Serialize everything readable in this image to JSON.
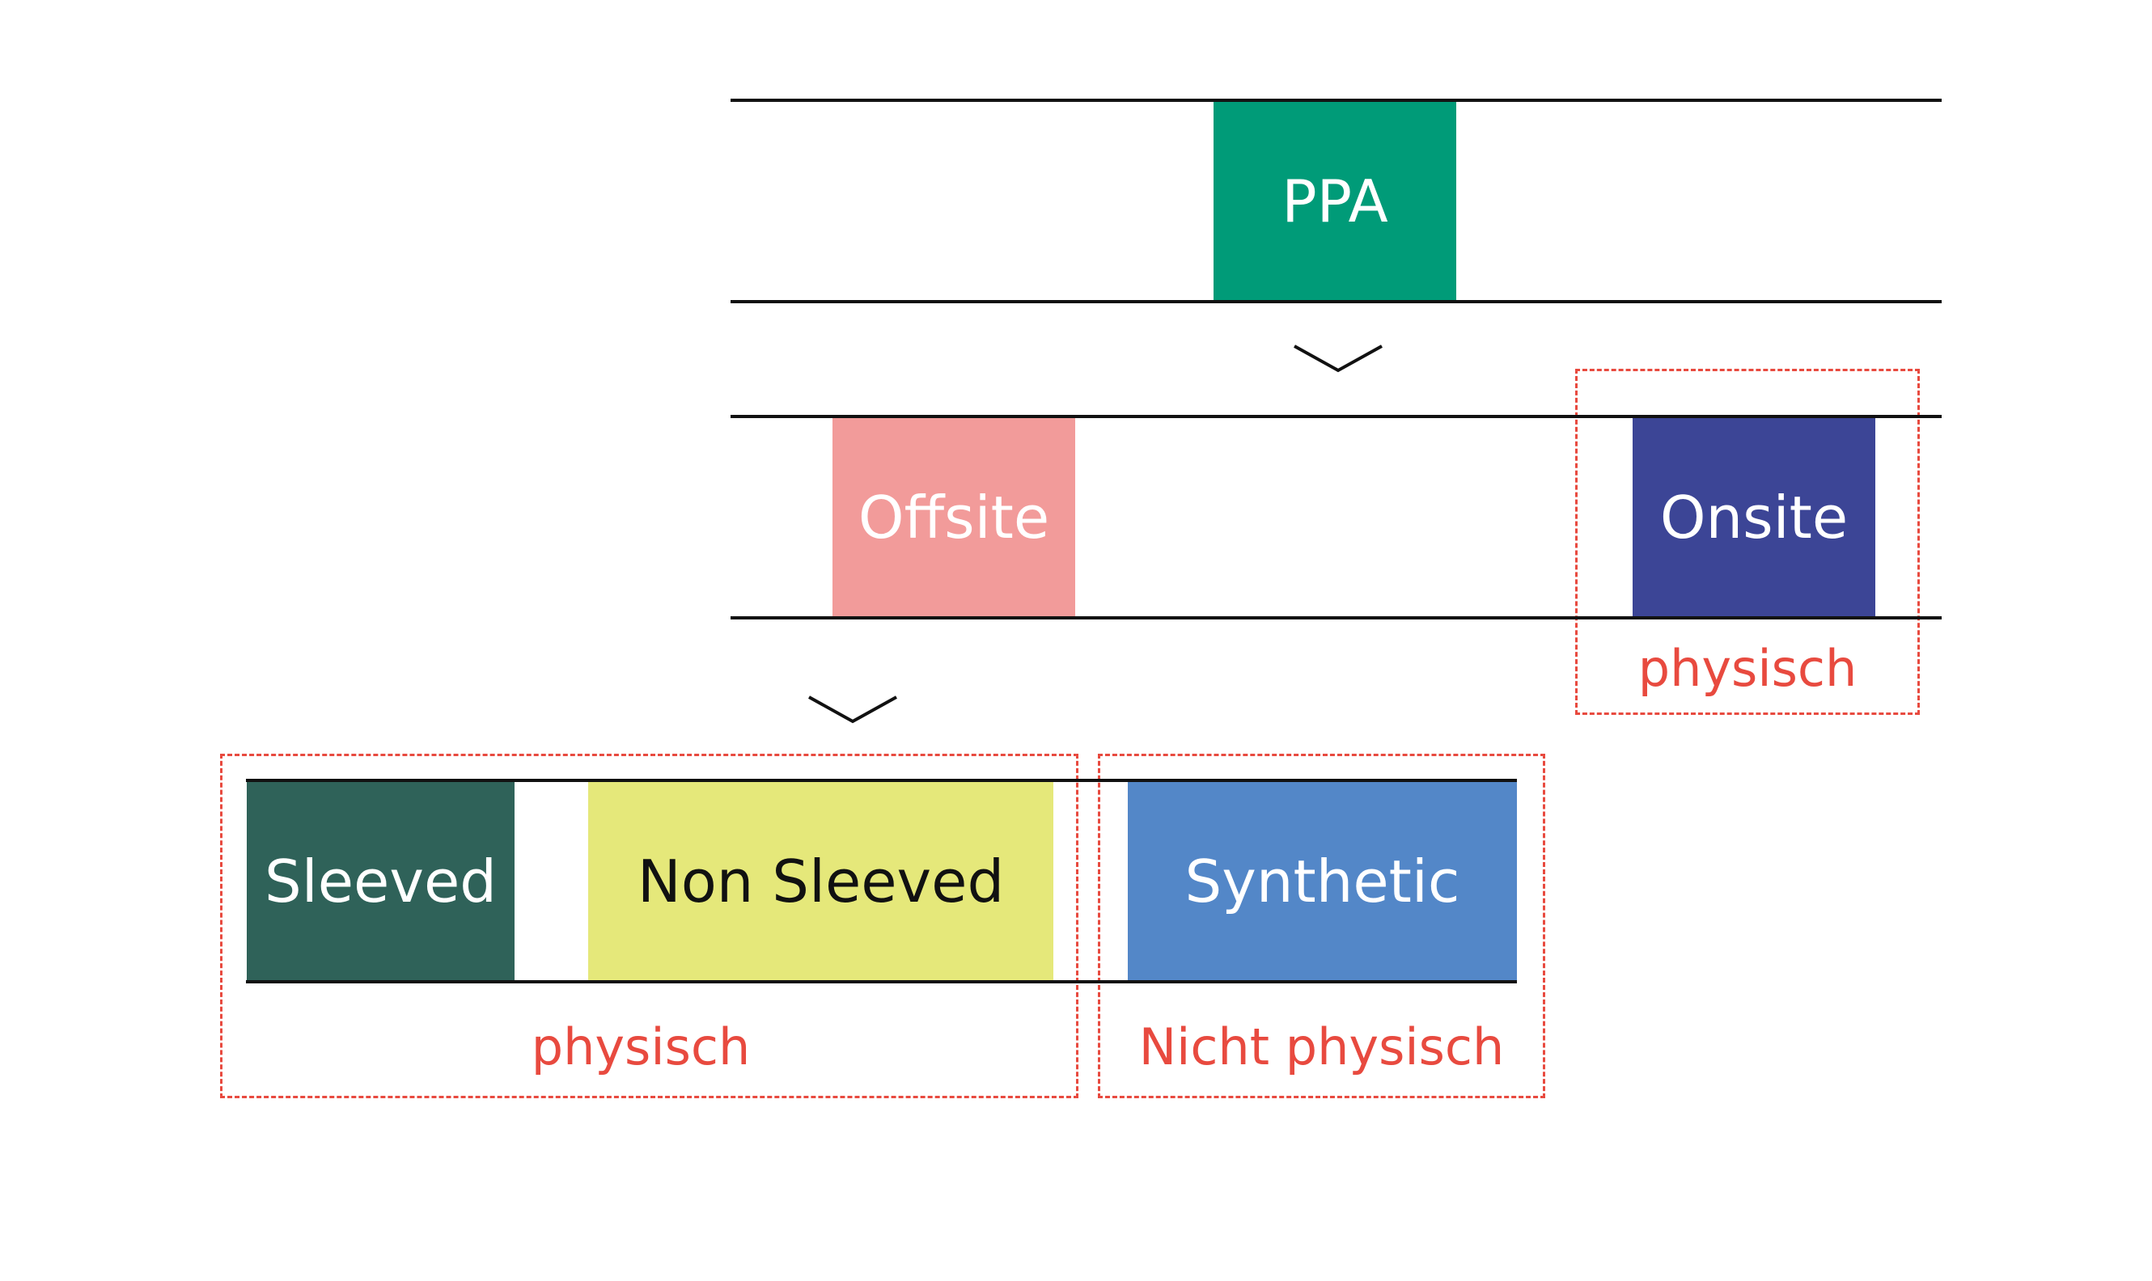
{
  "colors": {
    "ppa": "#009b78",
    "offsite": "#f29b9a",
    "onsite": "#3c4596",
    "sleeved": "#2f6259",
    "non_sleeved": "#e5e87a",
    "synthetic": "#5387c8",
    "dashed_outline": "#e84a3f",
    "lines": "#111111"
  },
  "level1": {
    "ppa": "PPA"
  },
  "level2": {
    "offsite": "Offsite",
    "onsite": "Onsite",
    "onsite_group_label": "physisch"
  },
  "level3": {
    "sleeved": "Sleeved",
    "non_sleeved": "Non Sleeved",
    "synthetic": "Synthetic",
    "physical_group_label": "physisch",
    "non_physical_group_label": "Nicht physisch"
  },
  "icons": [
    "chevron-down-icon",
    "chevron-down-icon"
  ]
}
